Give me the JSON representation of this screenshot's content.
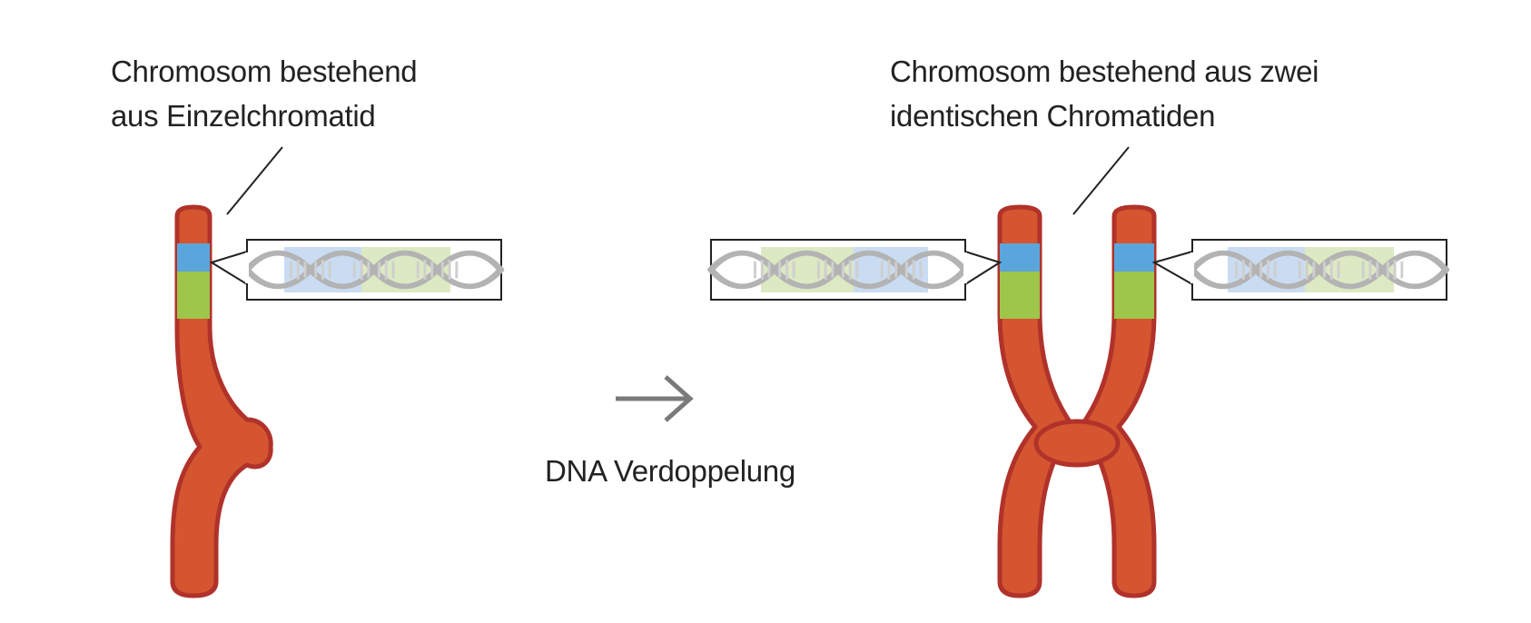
{
  "labels": {
    "single_chromatid_line1": "Chromosom bestehend",
    "single_chromatid_line2": "aus Einzelchromatid",
    "double_chromatid_line1": "Chromosom bestehend aus zwei",
    "double_chromatid_line2": "identischen Chromatiden",
    "process": "DNA Verdoppelung"
  },
  "colors": {
    "chromosome_fill": "#d4552f",
    "chromosome_outline": "#b0322a",
    "band_blue": "#5aa6dc",
    "band_green": "#9ec64a",
    "dna_strand": "#b3b3b3",
    "dna_highlight_blue": "#c9dcf2",
    "dna_highlight_green": "#dce9c2",
    "arrow": "#7a7a7a",
    "leader_line": "#222222"
  },
  "icons": {
    "process_arrow": "right-arrow-icon",
    "dna": "dna-helix-icon"
  }
}
